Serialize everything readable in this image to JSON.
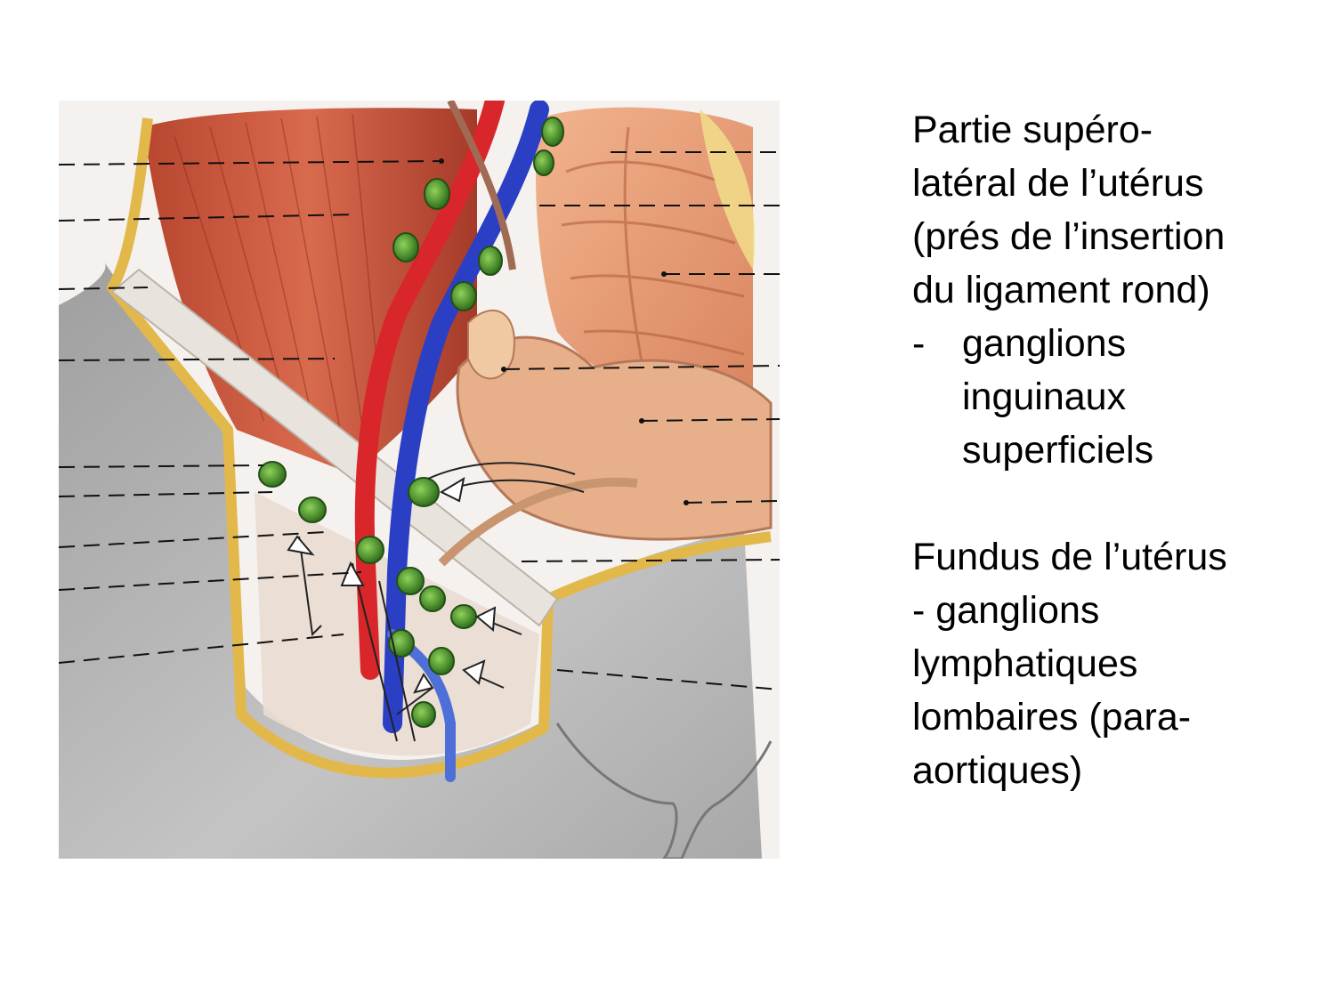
{
  "caption": {
    "section1": {
      "lines": [
        "Partie supéro-",
        "latéral de l’utérus",
        "(prés de l’insertion",
        "du ligament rond)"
      ],
      "bullet_marker": "-",
      "bullet_lines": [
        "ganglions",
        "inguinaux",
        "superficiels"
      ]
    },
    "section2": {
      "lines": [
        "Fundus de l’utérus",
        "- ganglions",
        "lymphatiques",
        "lombaires (para-",
        "aortiques)"
      ]
    }
  },
  "colors": {
    "background": "#ffffff",
    "muscle": "#c8553d",
    "artery": "#d8262a",
    "vein": "#2b3fc4",
    "lymph_node": "#4e9a2e",
    "fat_border": "#e2b84a",
    "skin": "#b9b9b9",
    "intestine": "#e9a37c",
    "uterus": "#e7b08a"
  }
}
